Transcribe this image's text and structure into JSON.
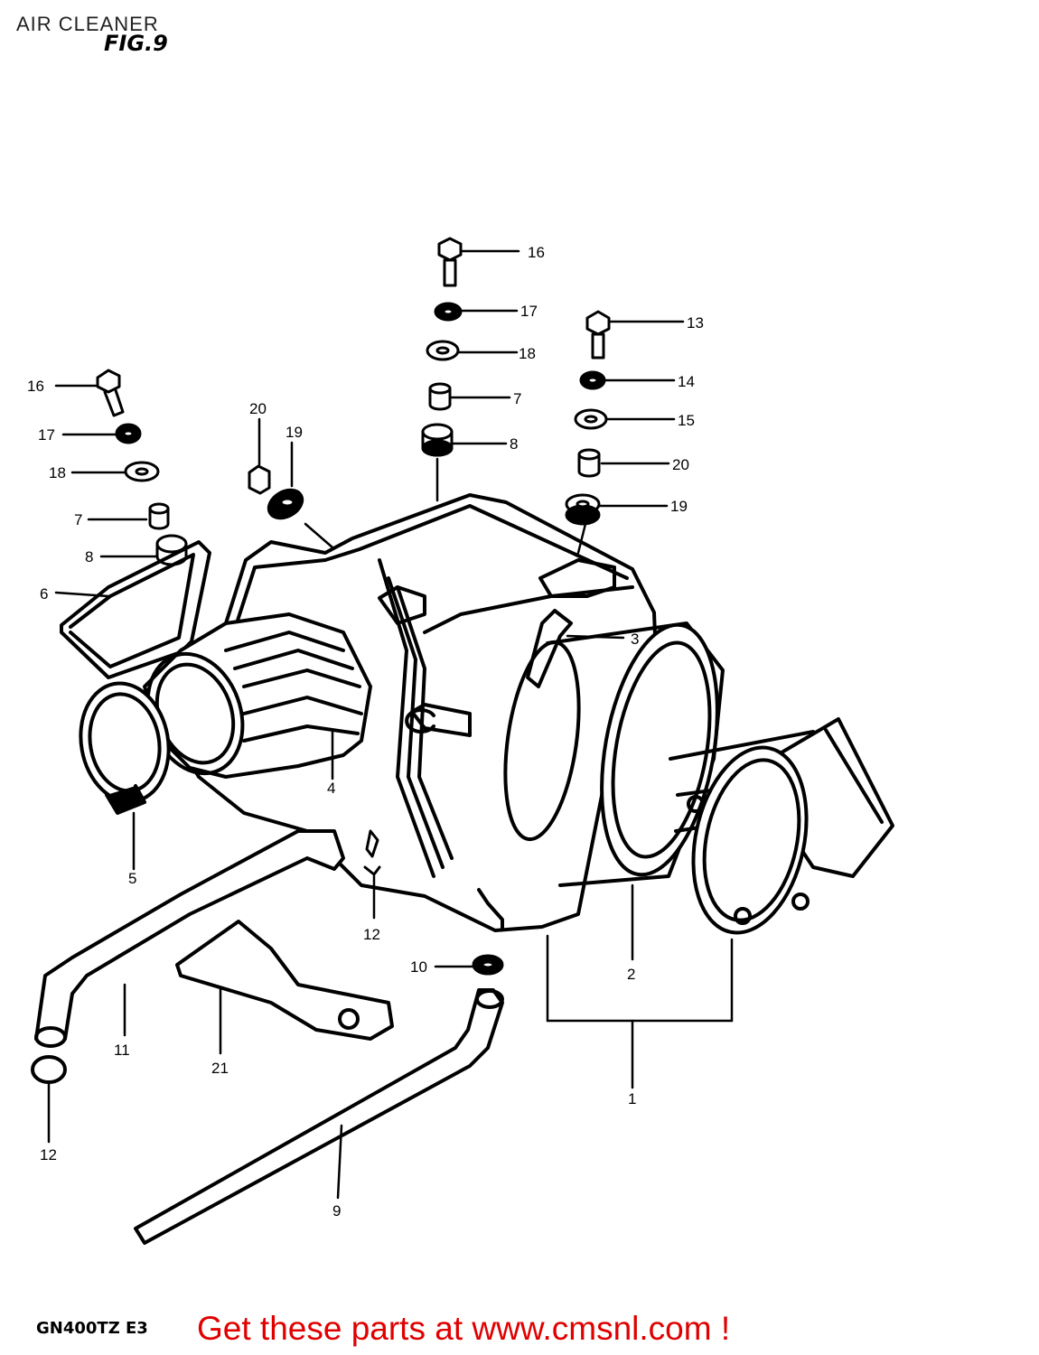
{
  "header": {
    "title": "AIR CLEANER",
    "figure_label": "FIG.9"
  },
  "footer": {
    "model_code": "GN400TZ E3",
    "promo_text": "Get these parts at www.cmsnl.com !",
    "promo_color": "#e00000"
  },
  "callouts": {
    "c16a": "16",
    "c17a": "17",
    "c18a": "18",
    "c7a": "7",
    "c8a": "8",
    "c13": "13",
    "c14": "14",
    "c15": "15",
    "c20a": "20",
    "c19a": "19",
    "c16b": "16",
    "c17b": "17",
    "c18b": "18",
    "c7b": "7",
    "c8b": "8",
    "c6": "6",
    "c20b": "20",
    "c19b": "19",
    "c3": "3",
    "c4": "4",
    "c5": "5",
    "c12a": "12",
    "c2": "2",
    "c10": "10",
    "c11": "11",
    "c21": "21",
    "c1": "1",
    "c12b": "12",
    "c9": "9"
  }
}
